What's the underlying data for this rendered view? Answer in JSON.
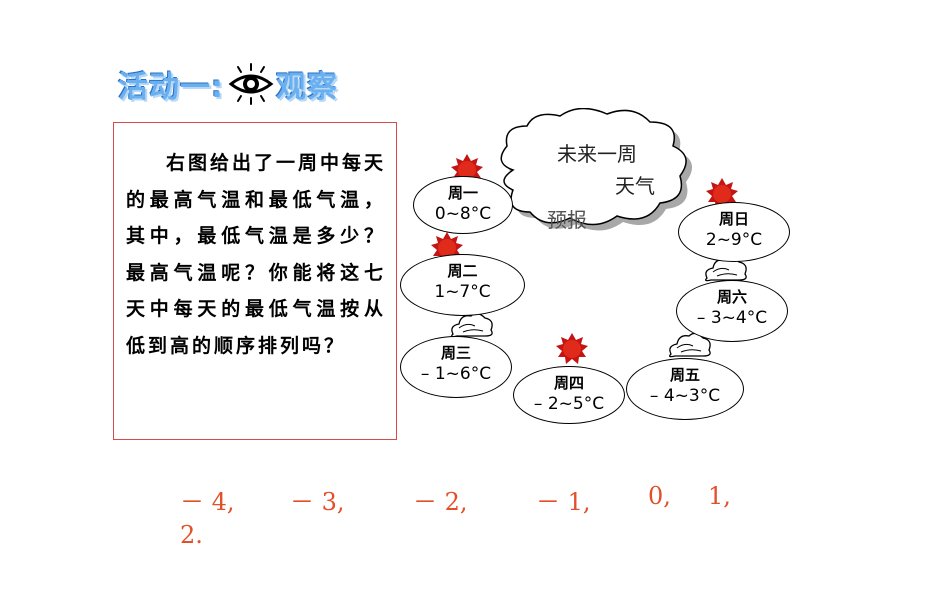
{
  "title": {
    "prefix": "活动一:",
    "suffix": "观察"
  },
  "textbox": {
    "paragraph": "右图给出了一周中每天的最高气温和最低气温，其中，最低气温是多少？最高气温呢？你能将这七天中每天的最低气温按从低到高的顺序排列吗？"
  },
  "cloud": {
    "line1": "未来一周",
    "line2": "天气",
    "line3": "预报"
  },
  "days": [
    {
      "day": "周一",
      "temp": "0~8°C",
      "weather": "sun"
    },
    {
      "day": "周二",
      "temp": "1~7°C",
      "weather": "sun"
    },
    {
      "day": "周三",
      "temp": "– 1~6°C",
      "weather": "cloud"
    },
    {
      "day": "周四",
      "temp": "– 2~5°C",
      "weather": "sun"
    },
    {
      "day": "周五",
      "temp": "– 4~3°C",
      "weather": "cloud"
    },
    {
      "day": "周六",
      "temp": "– 3~4°C",
      "weather": "cloud"
    },
    {
      "day": "周日",
      "temp": "2~9°C",
      "weather": "sun"
    }
  ],
  "answer": [
    "－ 4,",
    "－ 3,",
    "－ 2,",
    "－ 1,",
    "0,",
    "1,",
    "2."
  ]
}
